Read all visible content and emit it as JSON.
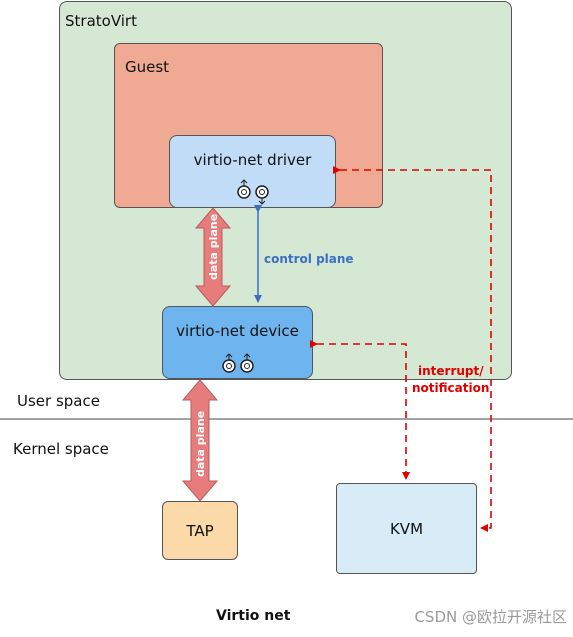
{
  "labels": {
    "stratovirt": "StratoVirt",
    "guest": "Guest",
    "driver": "virtio-net driver",
    "device": "virtio-net device",
    "tap": "TAP",
    "kvm": "KVM",
    "user_space": "User space",
    "kernel_space": "Kernel space",
    "data_plane_upper": "data plane",
    "data_plane_lower": "data plane",
    "control_plane": "control plane",
    "interrupt_line1": "interrupt/",
    "interrupt_line2": "notification",
    "caption": "Virtio net",
    "watermark": "CSDN @欧拉开源社区"
  },
  "colors": {
    "control_plane": "#3a6fc4",
    "notification": "#e00000",
    "data_plane_arrow": "#e67c7c"
  }
}
